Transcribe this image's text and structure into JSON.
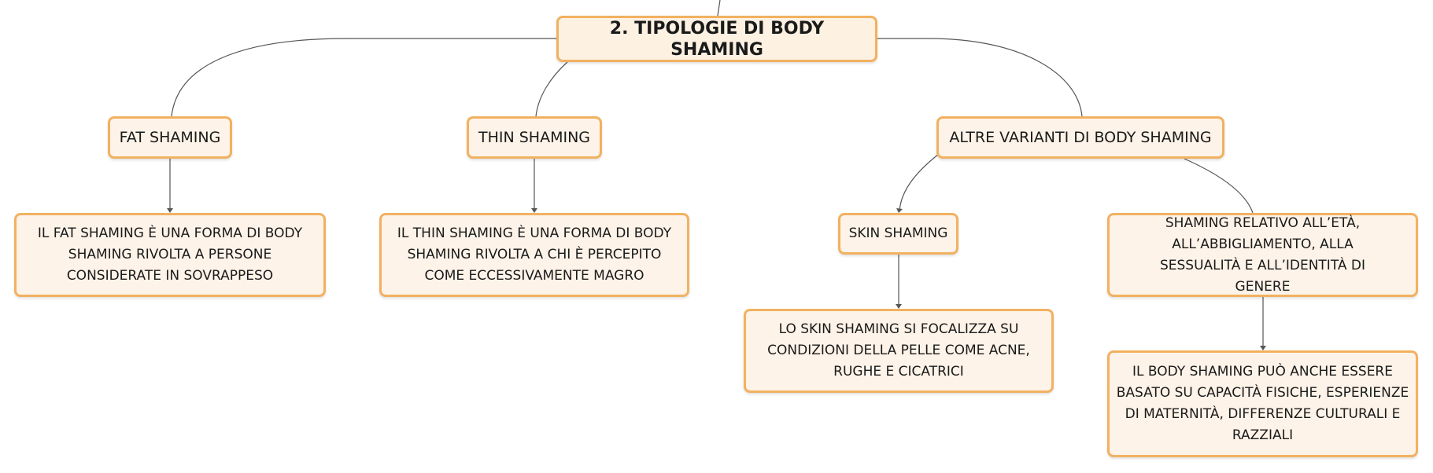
{
  "diagram": {
    "root": {
      "label": "2. TIPOLOGIE DI BODY SHAMING"
    },
    "fat_shaming": {
      "label": "FAT SHAMING",
      "description": "IL FAT SHAMING È UNA FORMA DI BODY SHAMING RIVOLTA A PERSONE CONSIDERATE IN SOVRAPPESO"
    },
    "thin_shaming": {
      "label": "THIN SHAMING",
      "description": "IL THIN SHAMING È UNA FORMA DI BODY SHAMING RIVOLTA A CHI È PERCEPITO COME ECCESSIVAMENTE MAGRO"
    },
    "altre_varianti": {
      "label": "ALTRE VARIANTI DI BODY SHAMING",
      "skin_shaming": {
        "label": "SKIN SHAMING",
        "description": "LO SKIN SHAMING SI FOCALIZZA SU CONDIZIONI DELLA PELLE COME ACNE, RUGHE E CICATRICI"
      },
      "shaming_eta": {
        "label": "SHAMING RELATIVO ALL’ETÀ, ALL’ABBIGLIAMENTO, ALLA SESSUALITÀ E ALL’IDENTITÀ DI GENERE",
        "description": "IL BODY SHAMING PUÒ ANCHE ESSERE BASATO SU CAPACITÀ FISICHE, ESPERIENZE DI MATERNITÀ, DIFFERENZE CULTURALI E RAZZIALI"
      }
    }
  },
  "colors": {
    "node_fill": "#fdf3e8",
    "node_border": "#f2b160",
    "connector": "#555555",
    "text": "#1a1a1a"
  }
}
